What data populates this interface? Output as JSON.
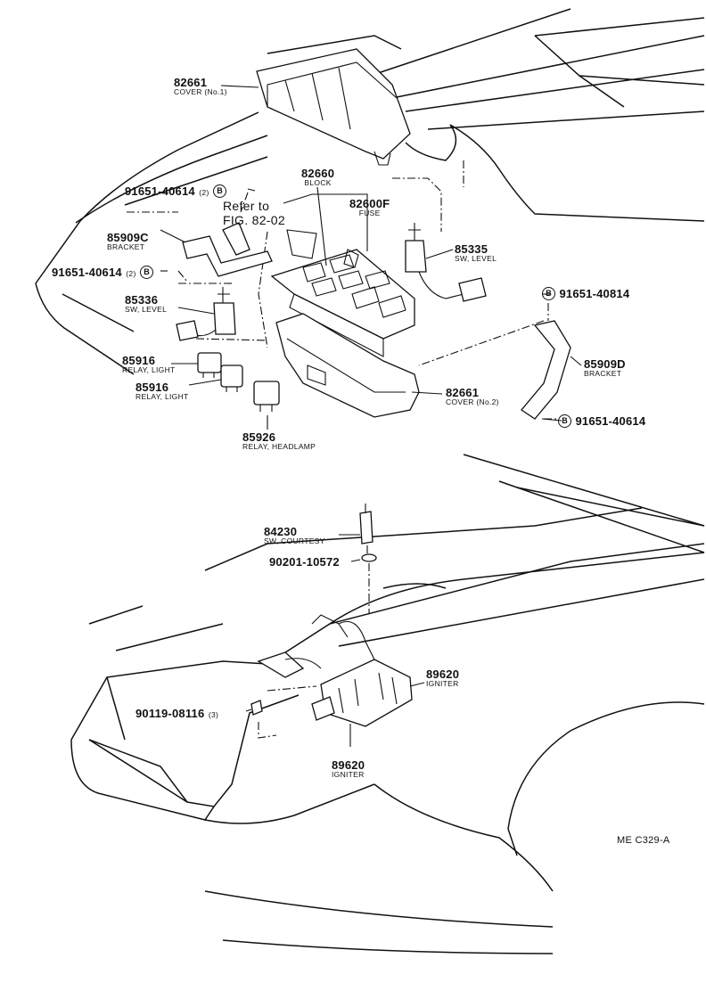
{
  "parts": {
    "cover1": {
      "number": "82661",
      "name": "COVER (No.1)"
    },
    "block": {
      "number": "82660",
      "name": "BLOCK"
    },
    "fuse": {
      "number": "82600F",
      "name": "FUSE"
    },
    "reference": {
      "line1": "Refer to",
      "line2": "FIG. 82-02"
    },
    "screw_b1": {
      "number": "91651-40614",
      "qty": "(2)",
      "mark": "B"
    },
    "bracket_c": {
      "number": "85909C",
      "name": "BRACKET"
    },
    "screw_b2": {
      "number": "91651-40614",
      "qty": "(2)",
      "mark": "B"
    },
    "sw_level_left": {
      "number": "85336",
      "name": "SW, LEVEL"
    },
    "sw_level_right": {
      "number": "85335",
      "name": "SW, LEVEL"
    },
    "screw_b3": {
      "number": "91651-40814",
      "mark": "B"
    },
    "bracket_d": {
      "number": "85909D",
      "name": "BRACKET"
    },
    "screw_b4": {
      "number": "91651-40614",
      "mark": "B"
    },
    "relay_light1": {
      "number": "85916",
      "name": "RELAY, LIGHT"
    },
    "relay_light2": {
      "number": "85916",
      "name": "RELAY, LIGHT"
    },
    "cover2": {
      "number": "82661",
      "name": "COVER (No.2)"
    },
    "relay_headlamp": {
      "number": "85926",
      "name": "RELAY, HEADLAMP"
    },
    "sw_courtesy": {
      "number": "84230",
      "name": "SW, COURTESY"
    },
    "washer": {
      "number": "90201-10572"
    },
    "igniter_upper": {
      "number": "89620",
      "name": "IGNITER"
    },
    "bolt": {
      "number": "90119-08116",
      "qty": "(3)"
    },
    "igniter_lower": {
      "number": "89620",
      "name": "IGNITER"
    }
  },
  "figure_code": "ME C329-A"
}
